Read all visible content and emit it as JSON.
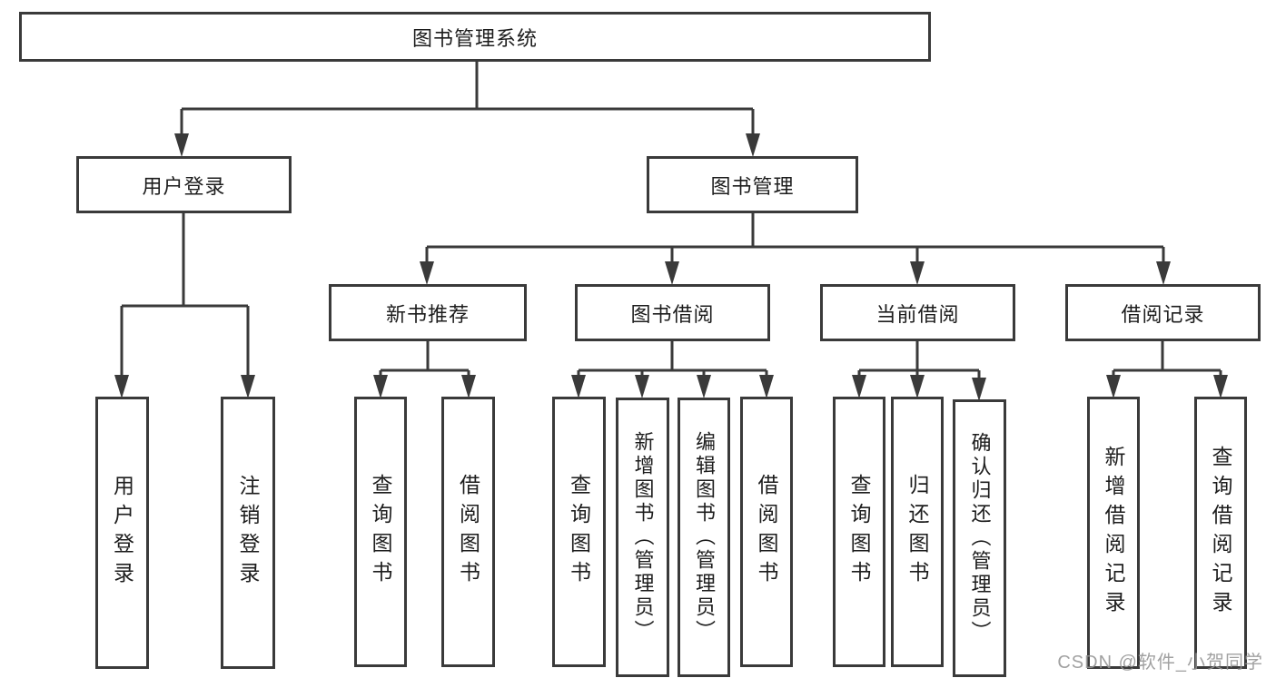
{
  "diagram": {
    "title": "图书管理系统",
    "tree": {
      "label": "图书管理系统",
      "children": [
        {
          "label": "用户登录",
          "children": [
            {
              "label": "用户登录"
            },
            {
              "label": "注销登录"
            }
          ]
        },
        {
          "label": "图书管理",
          "children": [
            {
              "label": "新书推荐",
              "children": [
                {
                  "label": "查询图书"
                },
                {
                  "label": "借阅图书"
                }
              ]
            },
            {
              "label": "图书借阅",
              "children": [
                {
                  "label": "查询图书"
                },
                {
                  "label": "新增图书（管理员）"
                },
                {
                  "label": "编辑图书（管理员）"
                },
                {
                  "label": "借阅图书"
                }
              ]
            },
            {
              "label": "当前借阅",
              "children": [
                {
                  "label": "查询图书"
                },
                {
                  "label": "归还图书"
                },
                {
                  "label": "确认归还（管理员）"
                }
              ]
            },
            {
              "label": "借阅记录",
              "children": [
                {
                  "label": "新增借阅记录"
                },
                {
                  "label": "查询借阅记录"
                }
              ]
            }
          ]
        }
      ]
    },
    "colors": {
      "line": "#3a3a3a",
      "text": "#1d1d1d",
      "background": "#ffffff",
      "watermark": "#949494"
    }
  },
  "watermark": {
    "text": "CSDN @软件_小贺同学"
  }
}
